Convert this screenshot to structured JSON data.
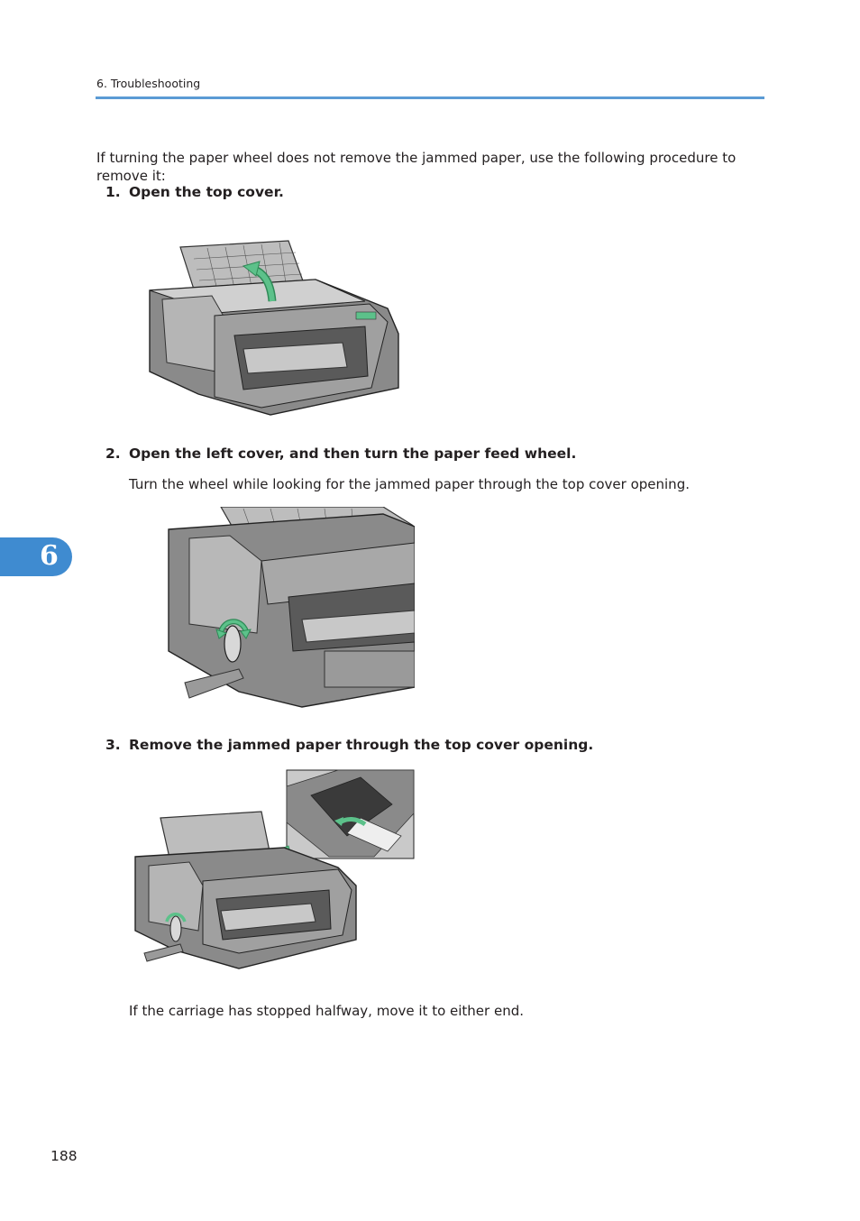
{
  "header": {
    "section": "6. Troubleshooting",
    "rule_color": "#5b9bd5"
  },
  "intro": "If turning the paper wheel does not remove the jammed paper, use the following procedure to remove it:",
  "steps": [
    {
      "number": "1.",
      "text": "Open the top cover."
    },
    {
      "number": "2.",
      "text": "Open the left cover, and then turn the paper feed wheel.",
      "note": "Turn the wheel while looking for the jammed paper through the top cover opening."
    },
    {
      "number": "3.",
      "text": "Remove the jammed paper through the top cover opening.",
      "note": "If the carriage has stopped halfway, move it to either end."
    }
  ],
  "chapter_tab": {
    "label": "6",
    "color": "#3f8bd0"
  },
  "page_number": "188",
  "colors": {
    "printer_dark": "#7a7a7a",
    "printer_mid": "#a9a9a9",
    "printer_light": "#d3d3d3",
    "arrow_green": "#5cc18a"
  }
}
